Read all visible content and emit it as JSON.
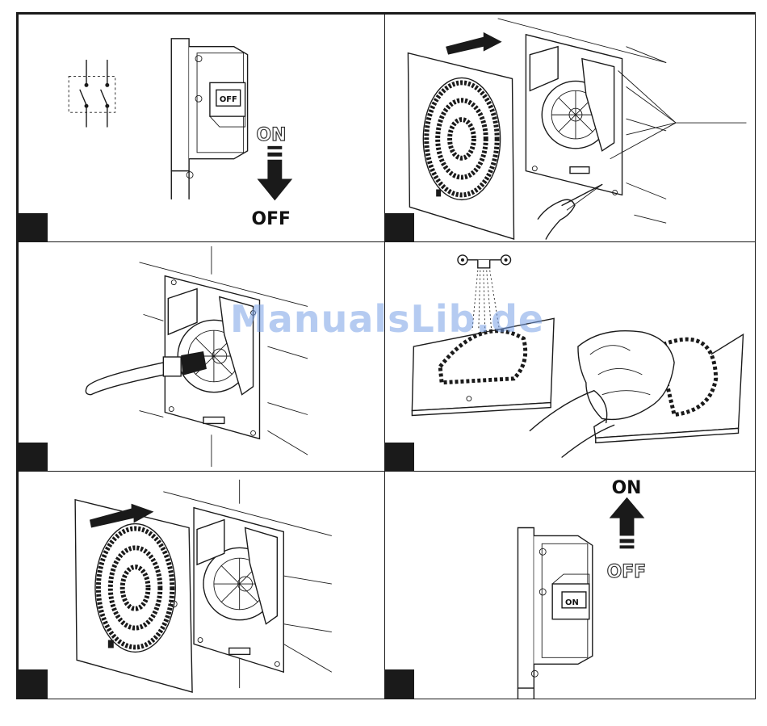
{
  "panels": [
    {
      "id": 1,
      "labels": {
        "top": "ON",
        "bottom": "OFF",
        "switch": "OFF"
      }
    },
    {
      "id": 2
    },
    {
      "id": 3
    },
    {
      "id": 4
    },
    {
      "id": 5
    },
    {
      "id": 6,
      "labels": {
        "top": "ON",
        "bottom": "OFF",
        "switch": "ON"
      }
    }
  ],
  "watermark": "ManualsLib.de",
  "colors": {
    "ink": "#1a1a1a",
    "watermark": "#78a0e6"
  }
}
